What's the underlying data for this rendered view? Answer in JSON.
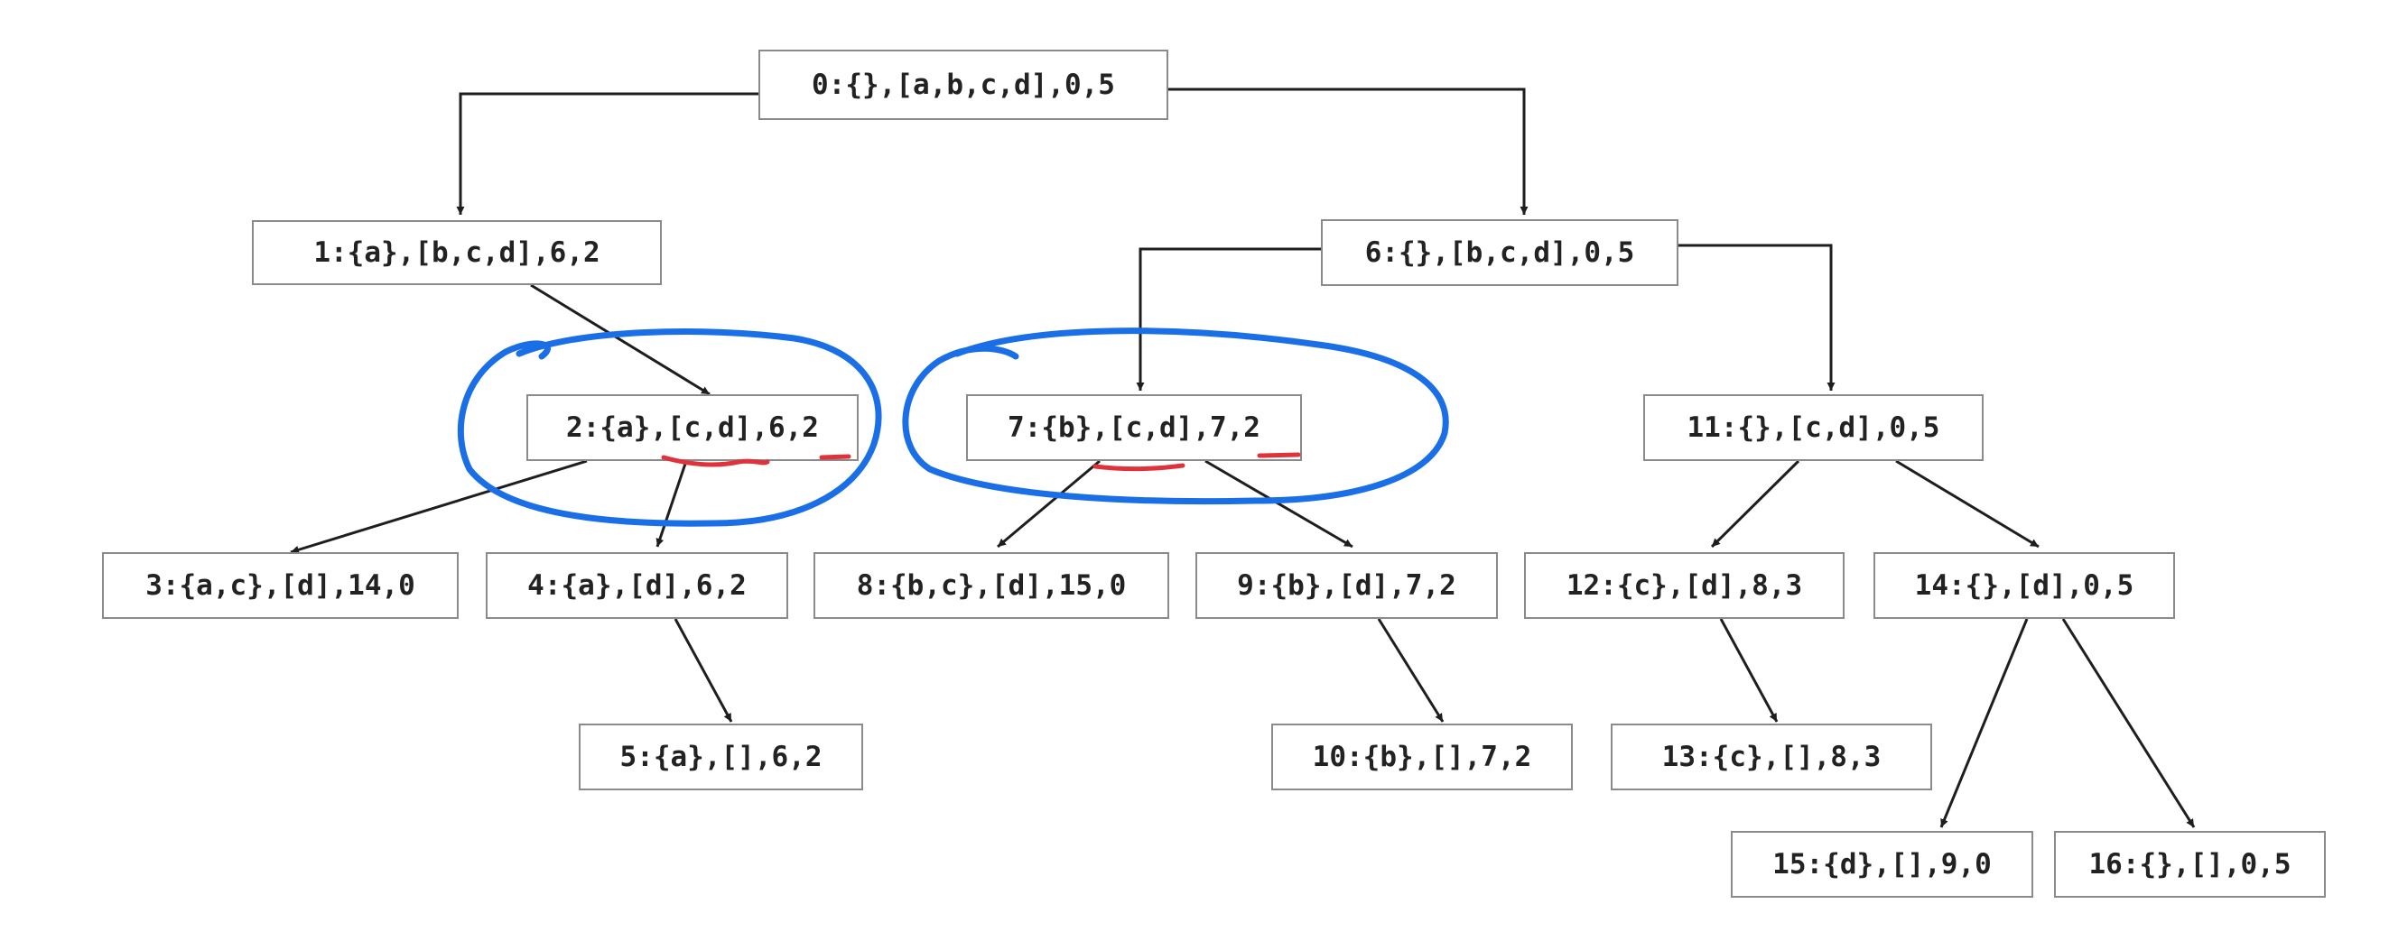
{
  "tree": {
    "nodes": [
      {
        "id": "0",
        "label": "0:{},[a,b,c,d],0,5"
      },
      {
        "id": "1",
        "label": "1:{a},[b,c,d],6,2"
      },
      {
        "id": "2",
        "label": "2:{a},[c,d],6,2"
      },
      {
        "id": "3",
        "label": "3:{a,c},[d],14,0"
      },
      {
        "id": "4",
        "label": "4:{a},[d],6,2"
      },
      {
        "id": "5",
        "label": "5:{a},[],6,2"
      },
      {
        "id": "6",
        "label": "6:{},[b,c,d],0,5"
      },
      {
        "id": "7",
        "label": "7:{b},[c,d],7,2"
      },
      {
        "id": "8",
        "label": "8:{b,c},[d],15,0"
      },
      {
        "id": "9",
        "label": "9:{b},[d],7,2"
      },
      {
        "id": "10",
        "label": "10:{b},[],7,2"
      },
      {
        "id": "11",
        "label": "11:{},[c,d],0,5"
      },
      {
        "id": "12",
        "label": "12:{c},[d],8,3"
      },
      {
        "id": "13",
        "label": "13:{c},[],8,3"
      },
      {
        "id": "14",
        "label": "14:{},[d],0,5"
      },
      {
        "id": "15",
        "label": "15:{d},[],9,0"
      },
      {
        "id": "16",
        "label": "16:{},[],0,5"
      }
    ],
    "edges": [
      [
        "0",
        "1"
      ],
      [
        "0",
        "6"
      ],
      [
        "1",
        "2"
      ],
      [
        "2",
        "3"
      ],
      [
        "2",
        "4"
      ],
      [
        "4",
        "5"
      ],
      [
        "6",
        "7"
      ],
      [
        "6",
        "11"
      ],
      [
        "7",
        "8"
      ],
      [
        "7",
        "9"
      ],
      [
        "9",
        "10"
      ],
      [
        "11",
        "12"
      ],
      [
        "11",
        "14"
      ],
      [
        "12",
        "13"
      ],
      [
        "14",
        "15"
      ],
      [
        "14",
        "16"
      ]
    ]
  },
  "colors": {
    "box_border": "#8a8a8a",
    "text": "#222222",
    "arrow": "#1e1e1e",
    "circle_annotation": "#1a6fe6",
    "underline_annotation": "#e0323a"
  }
}
